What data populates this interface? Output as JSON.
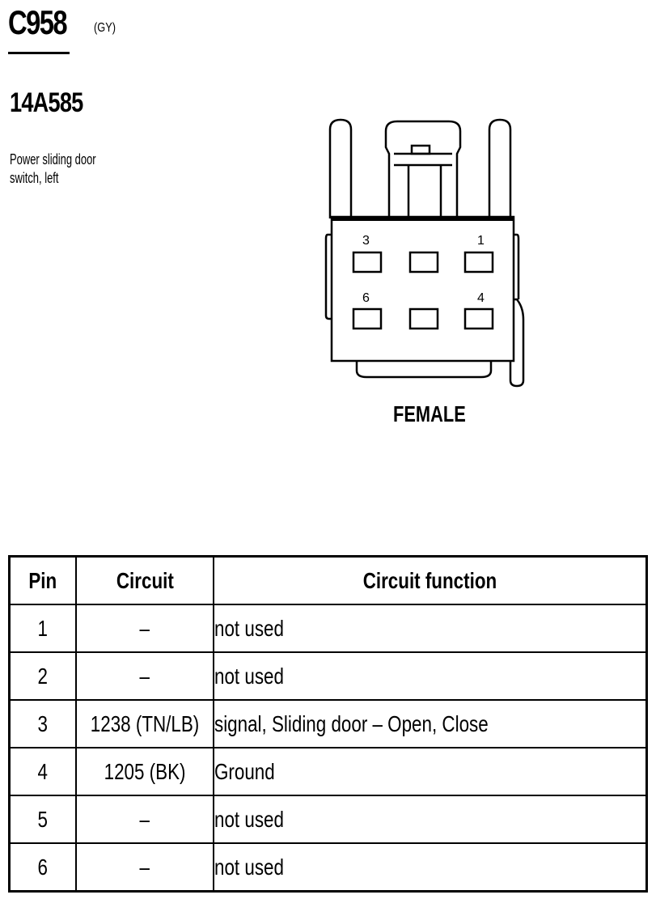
{
  "connector": {
    "id": "C958",
    "color": "(GY)",
    "part_number": "14A585",
    "description_line1": "Power sliding door",
    "description_line2": "switch, left",
    "gender": "FEMALE",
    "cavity_labels": {
      "top_left": "3",
      "top_right": "1",
      "bottom_left": "6",
      "bottom_right": "4"
    }
  },
  "table": {
    "headers": {
      "pin": "Pin",
      "circuit": "Circuit",
      "function": "Circuit function"
    },
    "rows": [
      {
        "pin": "1",
        "circuit": "–",
        "function": "not used"
      },
      {
        "pin": "2",
        "circuit": "–",
        "function": "not used"
      },
      {
        "pin": "3",
        "circuit": "1238 (TN/LB)",
        "function": "signal, Sliding door – Open, Close"
      },
      {
        "pin": "4",
        "circuit": "1205 (BK)",
        "function": "Ground"
      },
      {
        "pin": "5",
        "circuit": "–",
        "function": "not used"
      },
      {
        "pin": "6",
        "circuit": "–",
        "function": "not used"
      }
    ]
  }
}
